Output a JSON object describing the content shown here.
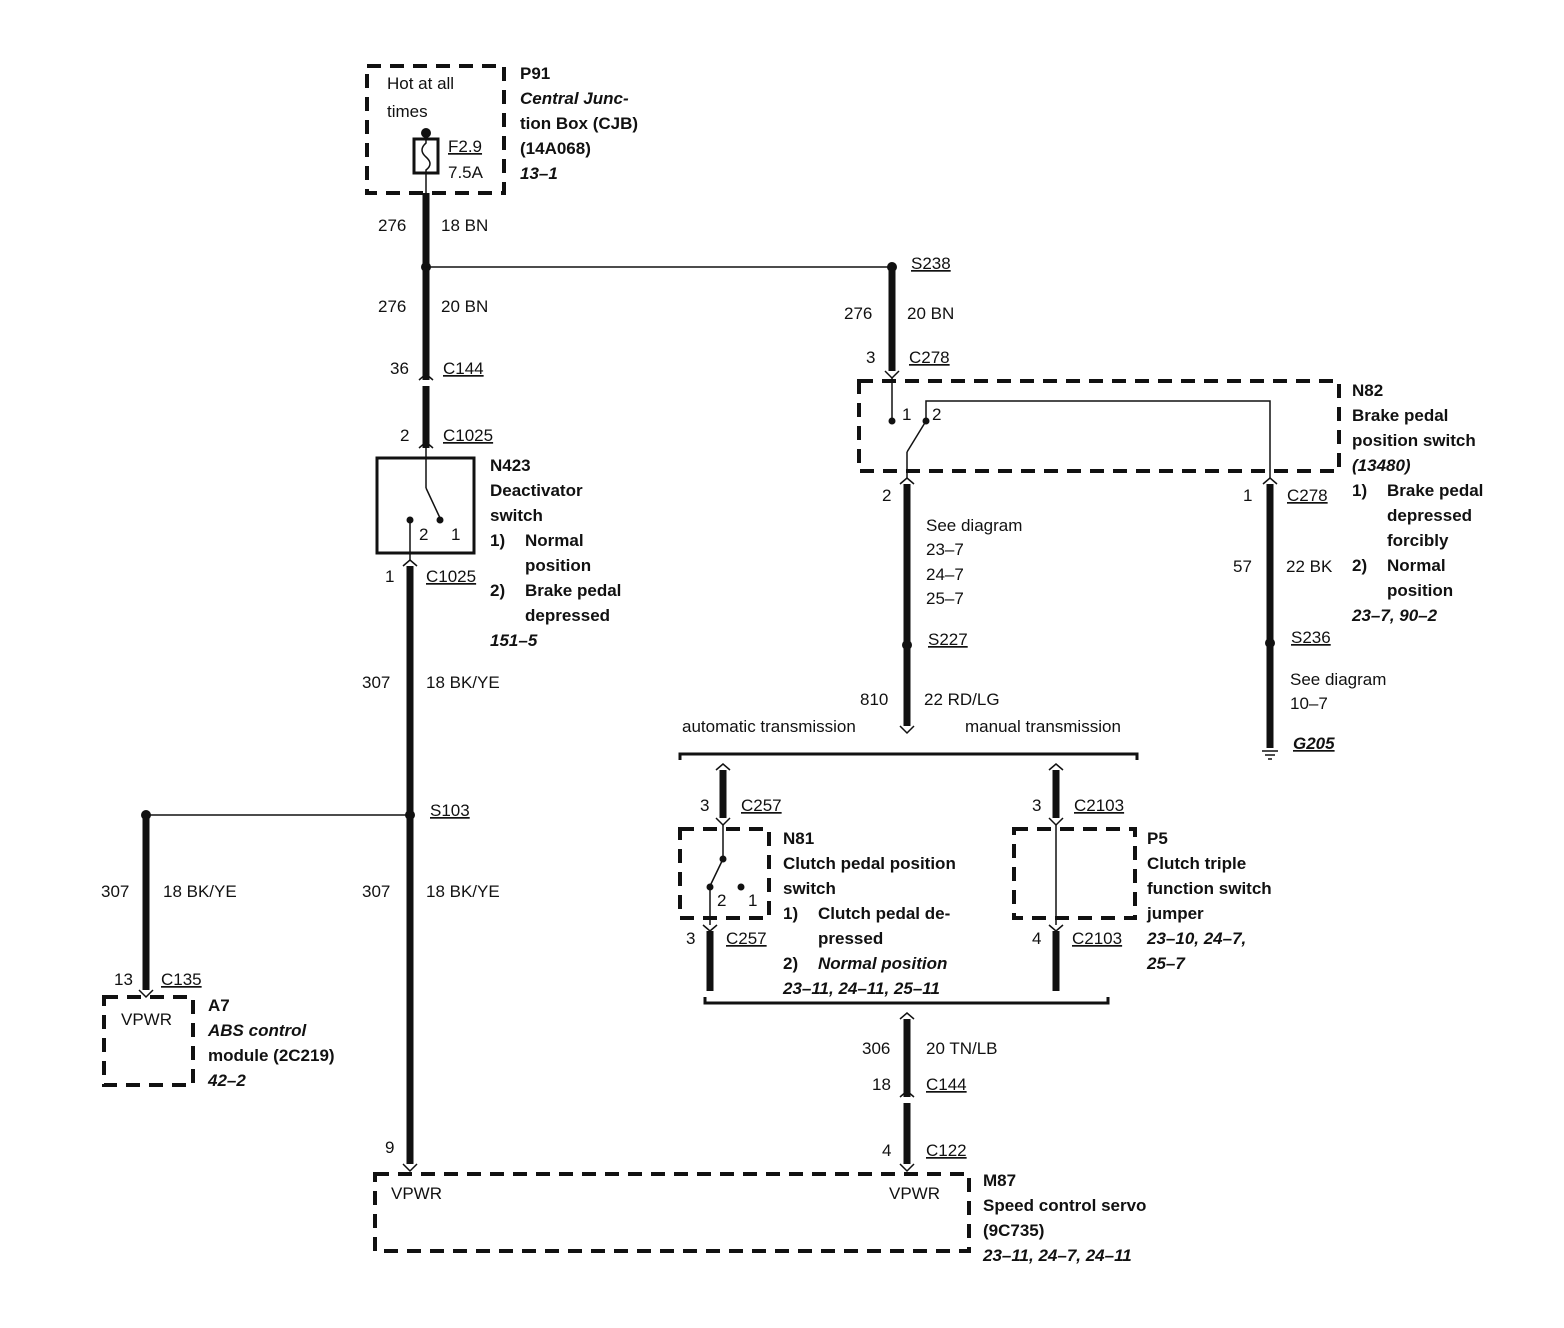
{
  "p91": {
    "code": "P91",
    "name_1": "Central Junc-",
    "name_2": "tion Box (CJB)",
    "part": "(14A068)",
    "ref": "13–1",
    "hot_1": "Hot at all",
    "hot_2": "times",
    "fuse": "F2.9",
    "fuse_rating": "7.5A"
  },
  "wires": {
    "w276_top": {
      "circuit": "276",
      "gauge_color": "18 BN"
    },
    "w276_mid": {
      "circuit": "276",
      "gauge_color": "20 BN"
    },
    "w276_right": {
      "circuit": "276",
      "gauge_color": "20 BN"
    },
    "w307_main": {
      "circuit": "307",
      "gauge_color": "18 BK/YE"
    },
    "w307_lower": {
      "circuit": "307",
      "gauge_color": "18 BK/YE"
    },
    "w307_left": {
      "circuit": "307",
      "gauge_color": "18 BK/YE"
    },
    "w810": {
      "circuit": "810",
      "gauge_color": "22 RD/LG"
    },
    "w57": {
      "circuit": "57",
      "gauge_color": "22 BK"
    },
    "w306": {
      "circuit": "306",
      "gauge_color": "20 TN/LB"
    }
  },
  "splices": {
    "s238": "S238",
    "s227": "S227",
    "s236": "S236",
    "s103": "S103",
    "g205": "G205"
  },
  "connectors": {
    "c144_top": {
      "pin": "36",
      "name": "C144"
    },
    "c1025_top": {
      "pin": "2",
      "name": "C1025"
    },
    "c1025_bot": {
      "pin": "1",
      "name": "C1025"
    },
    "c278_top": {
      "pin": "3",
      "name": "C278"
    },
    "c278_pin2": {
      "pin": "2"
    },
    "c278_pin1": {
      "pin": "1",
      "name": "C278"
    },
    "c257_top": {
      "pin": "3",
      "name": "C257"
    },
    "c257_bot": {
      "pin": "3",
      "name": "C257"
    },
    "c2103_top": {
      "pin": "3",
      "name": "C2103"
    },
    "c2103_bot": {
      "pin": "4",
      "name": "C2103"
    },
    "c144_bot": {
      "pin": "18",
      "name": "C144"
    },
    "c122": {
      "pin": "4",
      "name": "C122"
    },
    "c135": {
      "pin": "13",
      "name": "C135"
    },
    "m87_pin9": {
      "pin": "9"
    }
  },
  "n423": {
    "code": "N423",
    "name_1": "Deactivator",
    "name_2": "switch",
    "n1": "1)",
    "item1_1": "Normal",
    "item1_2": "position",
    "n2": "2)",
    "item2_1": "Brake pedal",
    "item2_2": "depressed",
    "ref": "151–5",
    "pin2": "2",
    "pin1": "1"
  },
  "n82": {
    "code": "N82",
    "name_1": "Brake pedal",
    "name_2": "position switch",
    "part": "(13480)",
    "n1": "1)",
    "item1_1": "Brake pedal",
    "item1_2": "depressed",
    "item1_3": "forcibly",
    "n2": "2)",
    "item2_1": "Normal",
    "item2_2": "position",
    "ref": "23–7, 90–2",
    "pin1": "1",
    "pin2": "2"
  },
  "see_diagram_1": {
    "title": "See diagram",
    "r1": "23–7",
    "r2": "24–7",
    "r3": "25–7"
  },
  "see_diagram_2": {
    "title": "See diagram",
    "r1": "10–7"
  },
  "transmission": {
    "auto": "automatic transmission",
    "manual": "manual transmission"
  },
  "n81": {
    "code": "N81",
    "name_1": "Clutch pedal position",
    "name_2": "switch",
    "n1": "1)",
    "item1_1": "Clutch pedal de-",
    "item1_2": "pressed",
    "n2": "2)",
    "item2_1": "Normal position",
    "ref": "23–11, 24–11, 25–11",
    "pin2": "2",
    "pin1": "1"
  },
  "p5": {
    "code": "P5",
    "name_1": "Clutch triple",
    "name_2": "function switch",
    "name_3": "jumper",
    "ref_1": "23–10, 24–7,",
    "ref_2": "25–7"
  },
  "a7": {
    "code": "A7",
    "name_1": "ABS control",
    "name_2": "module (2C219)",
    "ref": "42–2",
    "pin_label": "VPWR"
  },
  "m87": {
    "code": "M87",
    "name_1": "Speed control servo",
    "part": "(9C735)",
    "ref": "23–11, 24–7, 24–11",
    "vpwr_left": "VPWR",
    "vpwr_right": "VPWR"
  }
}
